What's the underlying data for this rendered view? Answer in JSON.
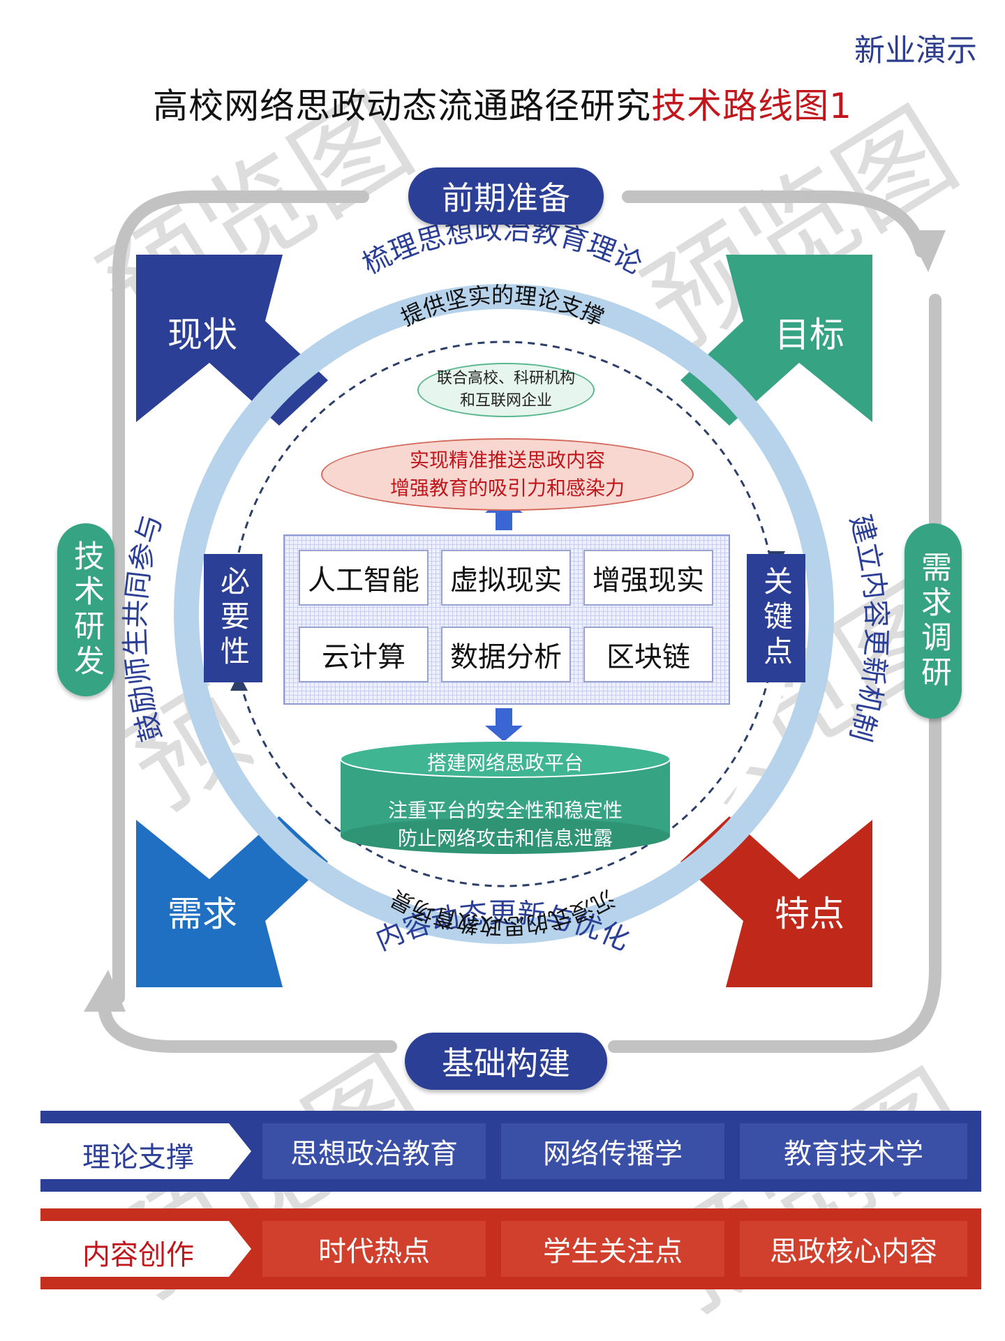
{
  "brand": "新业演示",
  "title": {
    "main": "高校网络思政动态流通路径研究",
    "highlight": "技术路线图1"
  },
  "phases": {
    "top": "前期准备",
    "bottom": "基础构建",
    "left": "技术研发",
    "right": "需求调研"
  },
  "corners": [
    {
      "label": "现状",
      "color": "#2b3f96"
    },
    {
      "label": "目标",
      "color": "#36a383"
    },
    {
      "label": "需求",
      "color": "#1f6fc3"
    },
    {
      "label": "特点",
      "color": "#c0281a"
    }
  ],
  "ring_texts": {
    "top": "梳理思想政治教育理论",
    "bottom": "内容动态更新与优化",
    "left": "鼓励师生共同参与",
    "right": "建立内容更新机制"
  },
  "inner_texts": {
    "top": "提供坚实的理论支撑",
    "bottom": "沉浸式的思政教育场景"
  },
  "partners": "联合高校、科研机构和互联网企业",
  "goal": {
    "line1": "实现精准推送思政内容",
    "line2": "增强教育的吸引力和感染力"
  },
  "side_labels": {
    "left": "必要性",
    "right": "关键点"
  },
  "technologies": [
    "人工智能",
    "虚拟现实",
    "增强现实",
    "云计算",
    "数据分析",
    "区块链"
  ],
  "platform": {
    "title": "搭建网络思政平台",
    "line1": "注重平台的安全性和稳定性",
    "line2": "防止网络攻击和信息泄露"
  },
  "bands": [
    {
      "label": "理论支撑",
      "items": [
        "思想政治教育",
        "网络传播学",
        "教育技术学"
      ],
      "color": "#2b3f96",
      "label_color": "#2b3f96"
    },
    {
      "label": "内容创作",
      "items": [
        "时代热点",
        "学生关注点",
        "思政核心内容"
      ],
      "color": "#c62e1e",
      "label_color": "#c0161c"
    }
  ],
  "watermark": "预览图"
}
